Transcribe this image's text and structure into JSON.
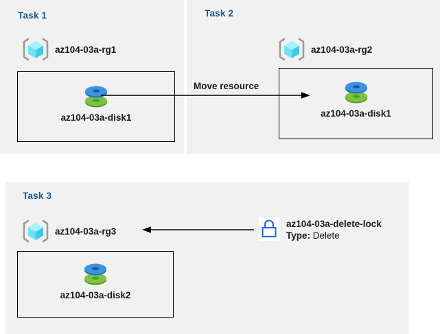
{
  "diagram": {
    "title": "Azure resource group tasks diagram",
    "colors": {
      "panel_background": "#f1f1f1",
      "page_background": "#ffffff",
      "task_label": "#155a8a",
      "box_border": "#000000",
      "disk_top": "#3a8ddb",
      "disk_bottom": "#6cb33f",
      "cube_fill": "#7fe8f7",
      "cube_bracket": "#9a9a9a",
      "lock_stroke": "#1f66e0",
      "arrow": "#000000"
    }
  },
  "tasks": [
    {
      "label": "Task 1",
      "resource_group": {
        "name": "az104-03a-rg1",
        "icon": "resource-group-cube-icon"
      },
      "resource": {
        "name": "az104-03a-disk1",
        "icon": "managed-disk-icon"
      }
    },
    {
      "label": "Task 2",
      "resource_group": {
        "name": "az104-03a-rg2",
        "icon": "resource-group-cube-icon"
      },
      "resource": {
        "name": "az104-03a-disk1",
        "icon": "managed-disk-icon"
      }
    },
    {
      "label": "Task 3",
      "resource_group": {
        "name": "az104-03a-rg3",
        "icon": "resource-group-cube-icon"
      },
      "resource": {
        "name": "az104-03a-disk2",
        "icon": "managed-disk-icon"
      }
    }
  ],
  "connectors": {
    "move": {
      "label": "Move resource",
      "direction": "right",
      "icon": "arrow-right-icon"
    },
    "lock": {
      "label": "",
      "direction": "left",
      "icon": "arrow-left-icon"
    }
  },
  "lock": {
    "icon": "padlock-icon",
    "name": "az104-03a-delete-lock",
    "type_label": "Type:",
    "type_value": "Delete"
  }
}
